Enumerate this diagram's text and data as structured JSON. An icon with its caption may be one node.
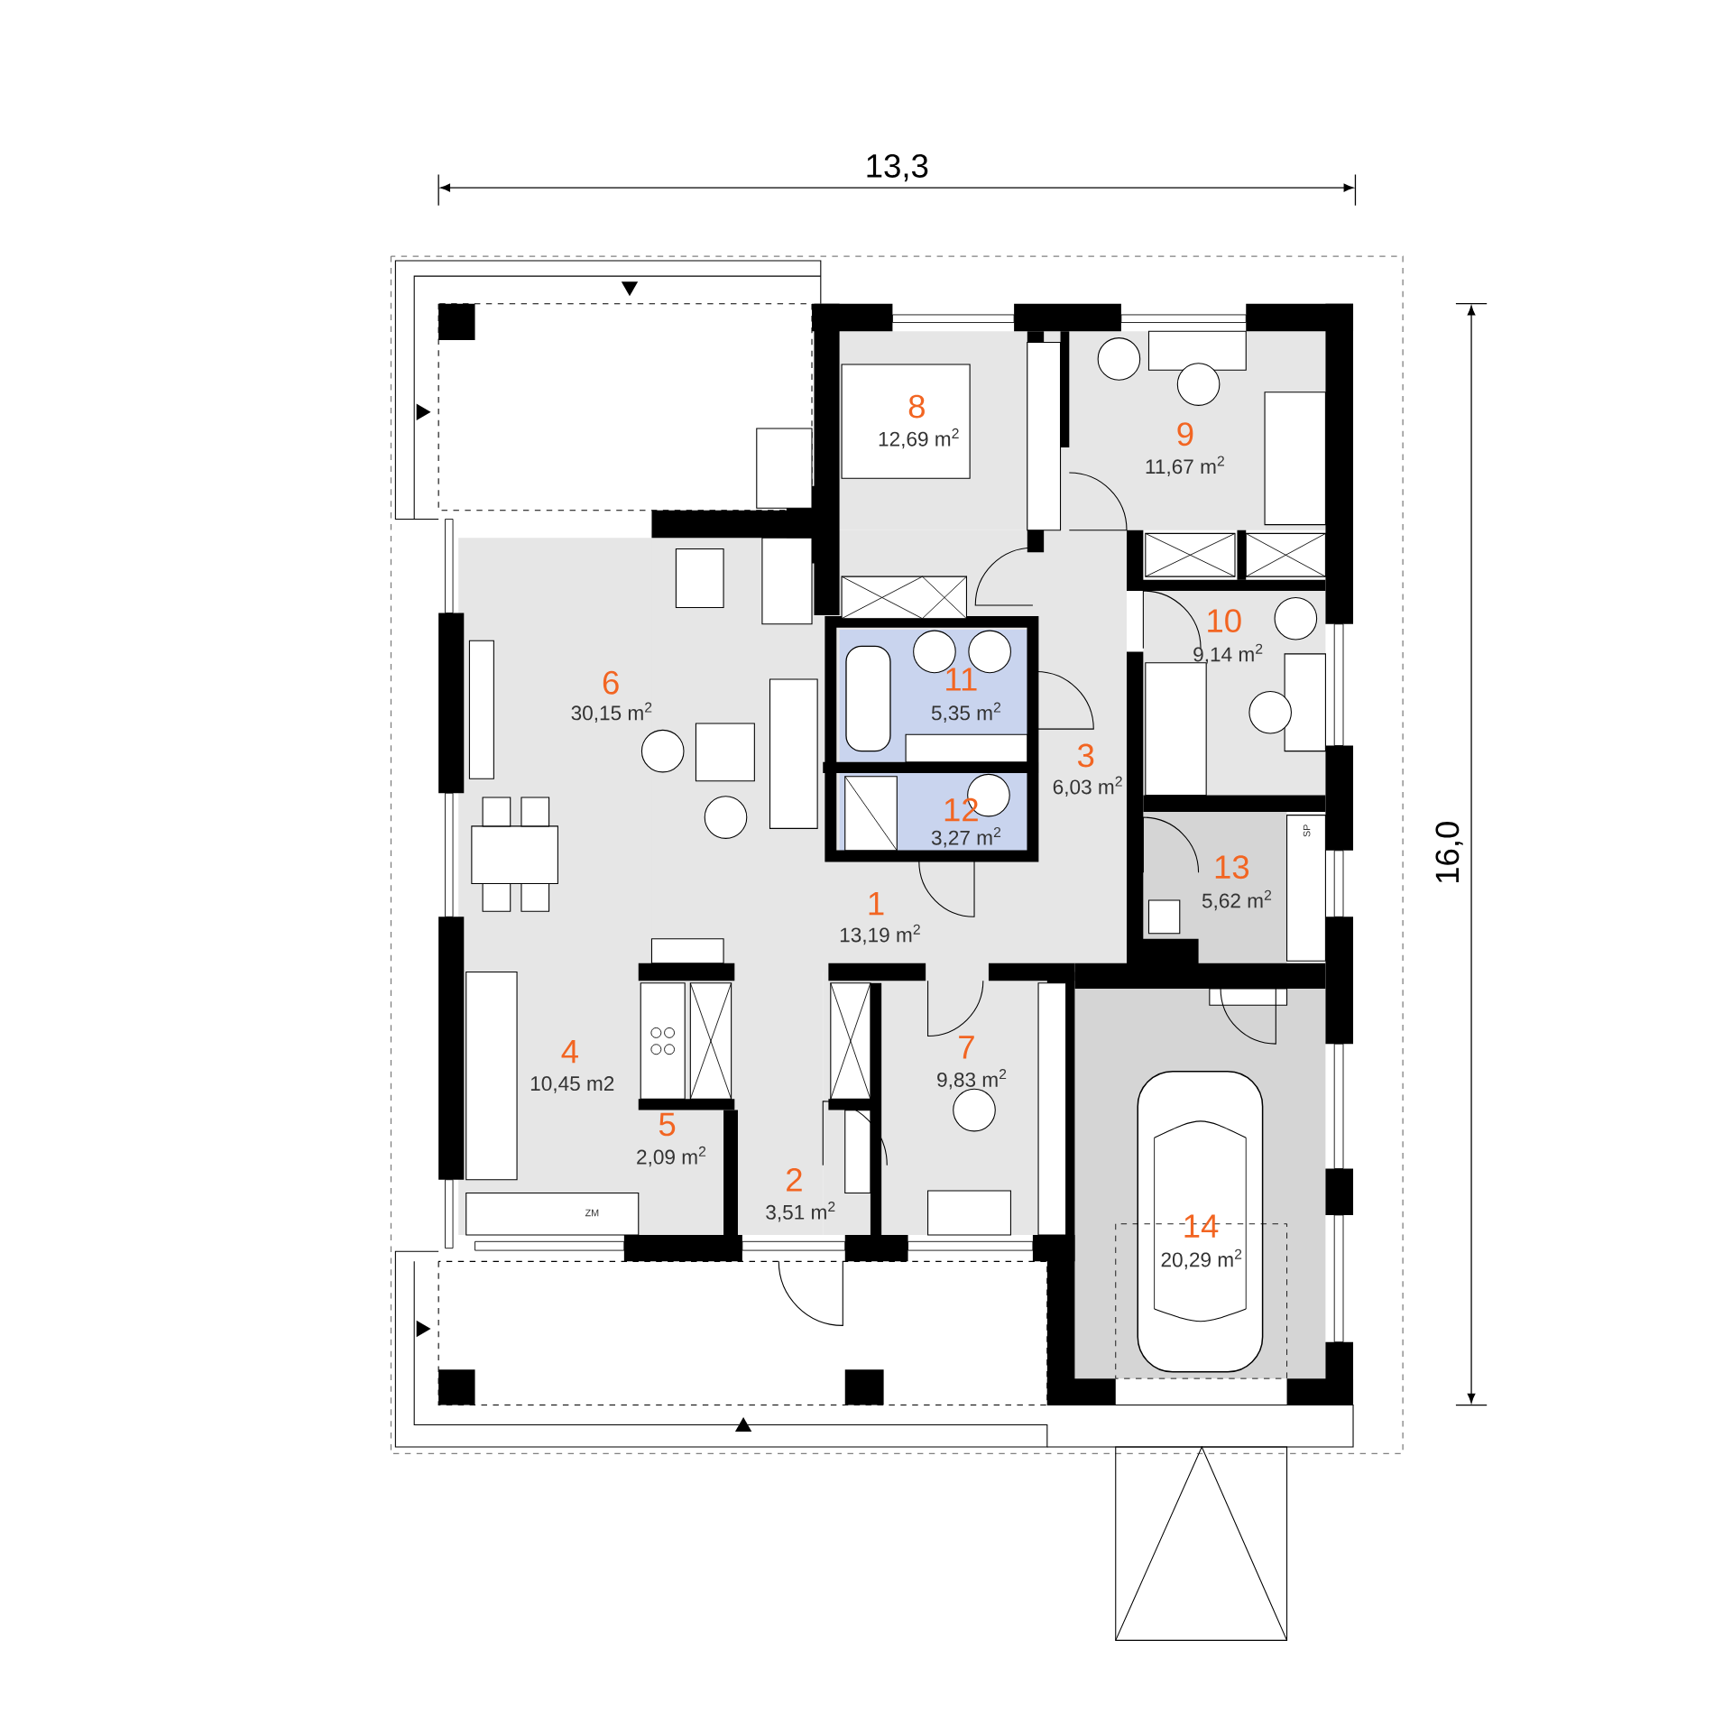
{
  "diagram": {
    "labels": [
      "13,3",
      "8",
      "12,69 m$^{2}$",
      "9",
      "11,67 m$^{2}$",
      "10",
      "9,14 m$^{2}$",
      "6",
      "30,15 m$^{2}$",
      "11",
      "5,35 m$^{2}$",
      "3",
      "6,03 m$^{2}$",
      "12",
      "3,27 m$^{2}$",
      "SP",
      "16,0",
      "13",
      "5,62 m$^{2}$",
      "1",
      "13,19 m$^{2}$",
      "7",
      "9,83 m$^{2}$",
      "4",
      "10,45 m2",
      "5",
      "2,09 m$^{2}$",
      "2",
      "3,51 m$^{2}$",
      "ZM",
      "14",
      "20,29 m$^{2}$"
    ]
  }
}
